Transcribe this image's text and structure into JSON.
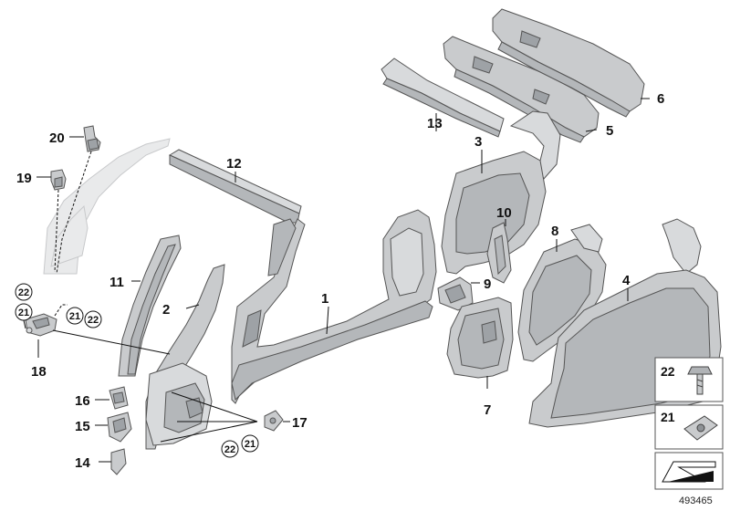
{
  "callouts": {
    "c1": "1",
    "c2": "2",
    "c3": "3",
    "c4": "4",
    "c5": "5",
    "c6": "6",
    "c7": "7",
    "c8": "8",
    "c9": "9",
    "c10": "10",
    "c11": "11",
    "c12": "12",
    "c13": "13",
    "c14": "14",
    "c15": "15",
    "c16": "16",
    "c17": "17",
    "c18": "18",
    "c19": "19",
    "c20": "20"
  },
  "circled": {
    "a22": "22",
    "a21": "21",
    "b21": "21",
    "b22": "22",
    "d22": "22",
    "d21": "21"
  },
  "legend": {
    "item22": "22",
    "item21": "21"
  },
  "doc_number": "493465"
}
